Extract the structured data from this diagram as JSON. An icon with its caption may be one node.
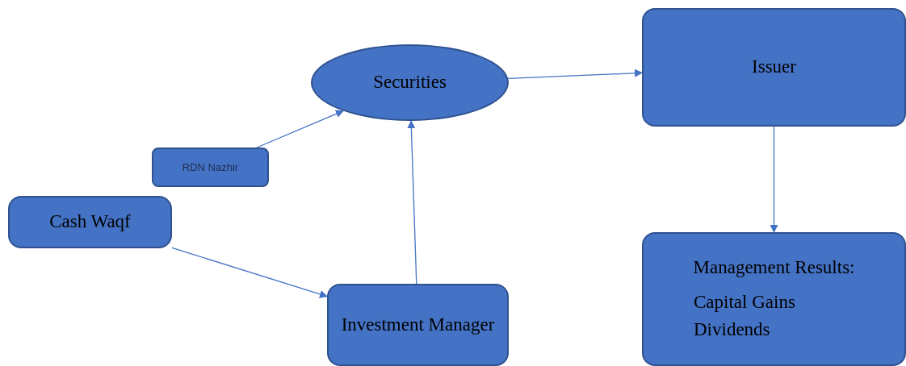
{
  "diagram": {
    "nodes": [
      {
        "text": [
          "Securities"
        ]
      },
      {
        "text": [
          "Issuer"
        ]
      },
      {
        "text": [
          "RDN Nazhir"
        ]
      },
      {
        "text": [
          "Cash Waqf"
        ]
      },
      {
        "text": [
          "Investment Manager"
        ]
      },
      {
        "text": [
          "Management Results:",
          "Capital Gains Dividends"
        ]
      }
    ],
    "edges": [
      {
        "from": 2,
        "to": 0,
        "arrow": "to"
      },
      {
        "from": 0,
        "to": 1,
        "arrow": "to"
      },
      {
        "from": 1,
        "to": 5,
        "arrow": "to"
      },
      {
        "from": 3,
        "to": 4,
        "arrow": "to"
      },
      {
        "from": 4,
        "to": 0,
        "arrow": "to"
      }
    ]
  }
}
